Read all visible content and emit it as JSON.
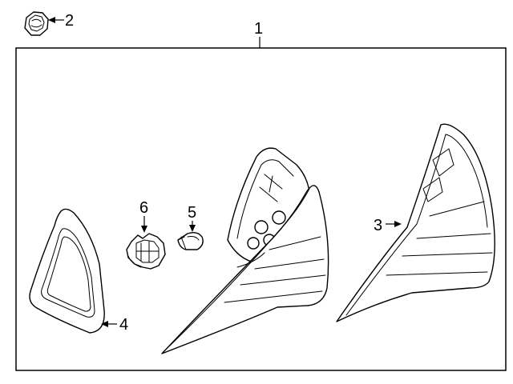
{
  "callouts": {
    "c1": "1",
    "c2": "2",
    "c3": "3",
    "c4": "4",
    "c5": "5",
    "c6": "6"
  },
  "parts": [
    {
      "callout": "1",
      "icon": "tail-lamp-assembly-icon"
    },
    {
      "callout": "2",
      "icon": "nut-icon"
    },
    {
      "callout": "3",
      "icon": "outer-tail-lamp-icon"
    },
    {
      "callout": "4",
      "icon": "gasket-icon"
    },
    {
      "callout": "5",
      "icon": "bulb-icon"
    },
    {
      "callout": "6",
      "icon": "socket-icon"
    }
  ]
}
